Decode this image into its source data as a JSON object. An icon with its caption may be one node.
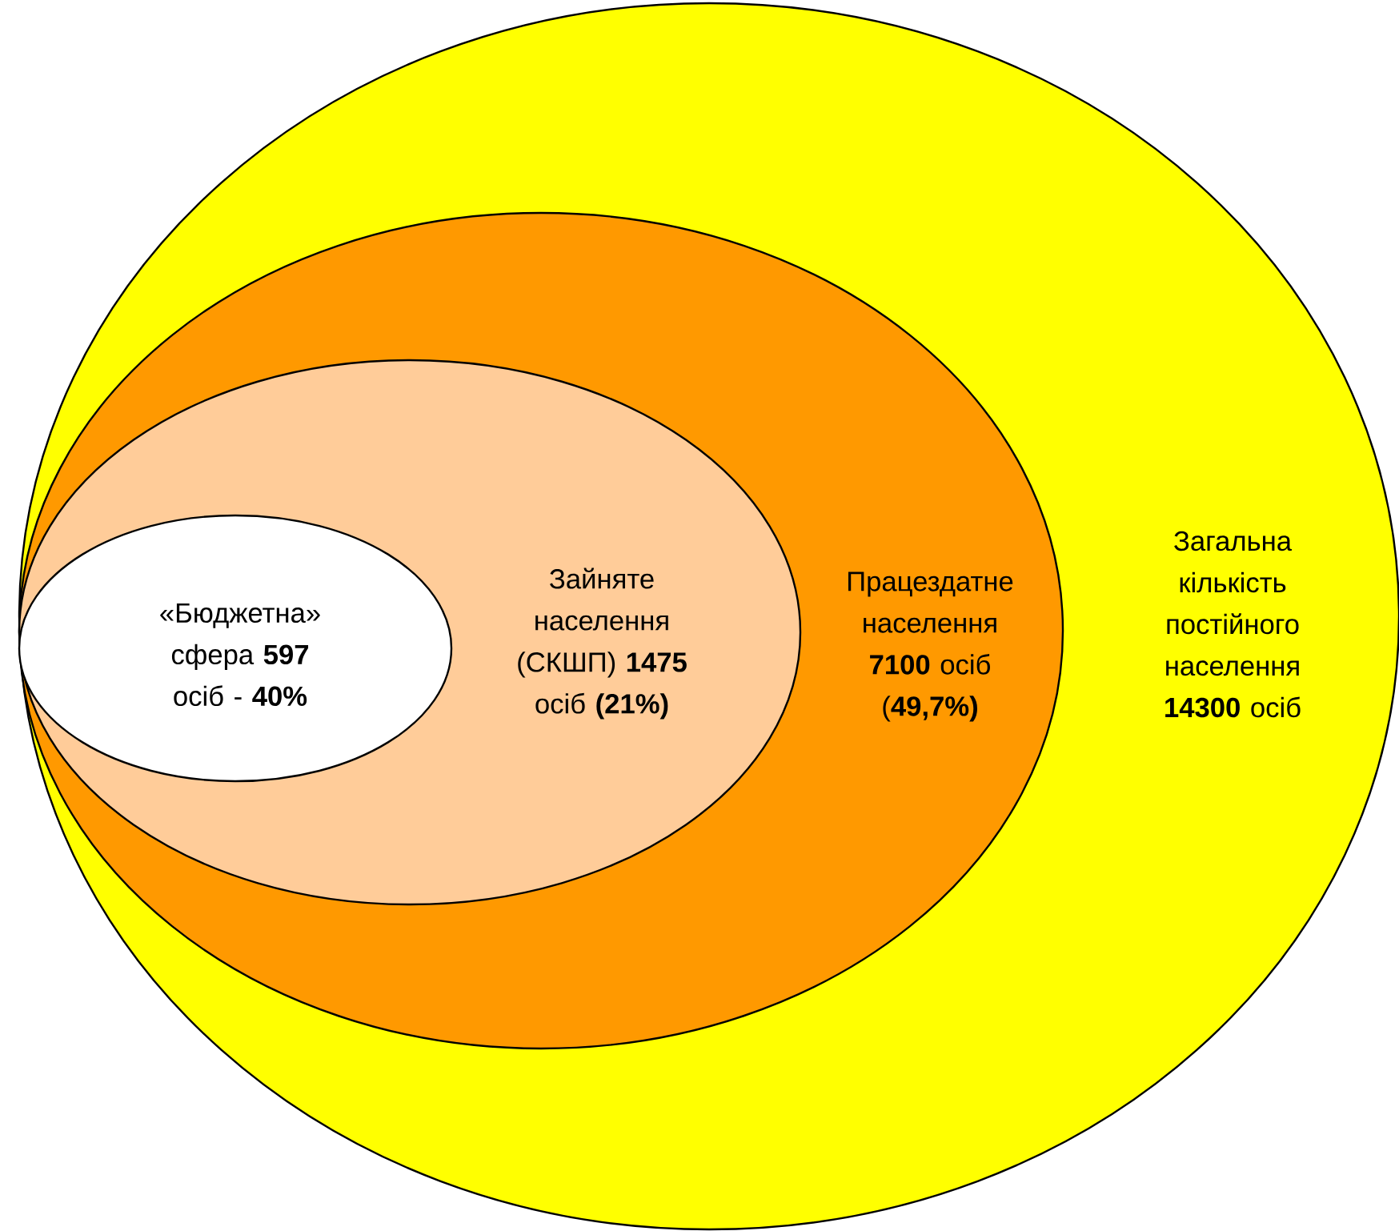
{
  "diagram": {
    "nodes": [
      {
        "text": [
          "Загальна кількість постійного населення **14300** осіб"
        ]
      },
      {
        "text": [
          "Працездатне населення **7100** осіб (**49,7%)**"
        ],
        "in": 0
      },
      {
        "text": [
          "Зайняте населення (СКШП) **1475** осіб **(21%)**"
        ],
        "in": 1
      },
      {
        "text": [
          "«Бюджетна» сфера **597** осіб - **40%**"
        ],
        "in": 2
      }
    ]
  }
}
